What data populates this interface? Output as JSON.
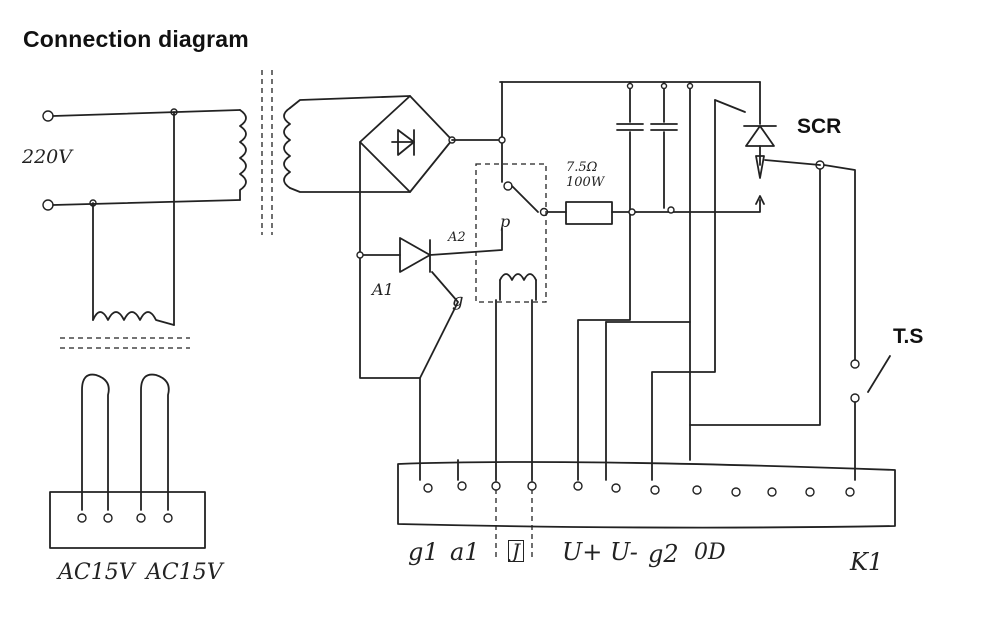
{
  "title": "Connection diagram",
  "labels": {
    "scr": "SCR",
    "ts": "T.S",
    "mains": "220V",
    "resistor": "7.5Ω 100W",
    "a1": "A1",
    "a2": "A2",
    "p": "p",
    "g": "g",
    "ac1": "AC15V",
    "ac2": "AC15V"
  },
  "terminals": [
    "g1",
    "a1",
    "J",
    "U+",
    "U-",
    "g2",
    "0D",
    "K1"
  ]
}
